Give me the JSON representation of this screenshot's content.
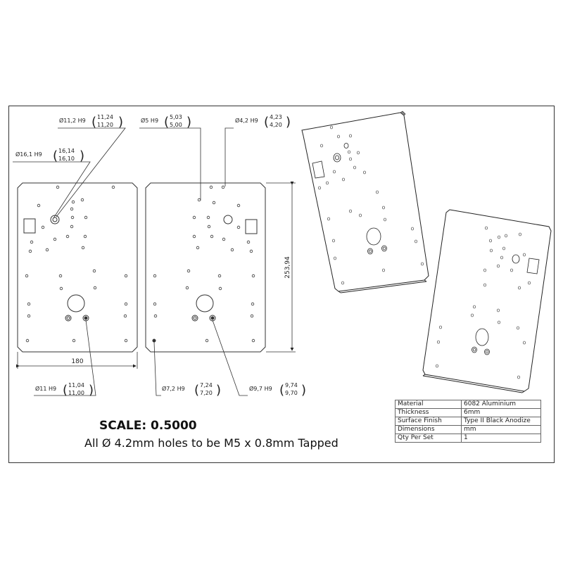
{
  "callouts": {
    "c1": {
      "label": "Ø11,2 H9",
      "upper": "11,24",
      "lower": "11,20"
    },
    "c2": {
      "label": "Ø16,1 H9",
      "upper": "16,14",
      "lower": "16,10"
    },
    "c3": {
      "label": "Ø5 H9",
      "upper": "5,03",
      "lower": "5,00"
    },
    "c4": {
      "label": "Ø4,2 H9",
      "upper": "4,23",
      "lower": "4,20"
    },
    "c5": {
      "label": "Ø11 H9",
      "upper": "11,04",
      "lower": "11,00"
    },
    "c6": {
      "label": "Ø7,2 H9",
      "upper": "7,24",
      "lower": "7,20"
    },
    "c7": {
      "label": "Ø9,7 H9",
      "upper": "9,74",
      "lower": "9,70"
    }
  },
  "dimensions": {
    "width": "180",
    "height": "253,94"
  },
  "scale_text": "SCALE: 0.5000",
  "note_text": "All Ø 4.2mm holes to be M5 x 0.8mm Tapped",
  "spec_table": [
    {
      "key": "Material",
      "value": "6082 Aluminium"
    },
    {
      "key": "Thickness",
      "value": "6mm"
    },
    {
      "key": "Surface Finish",
      "value": "Type II Black Anodize"
    },
    {
      "key": "Dimensions",
      "value": "mm"
    },
    {
      "key": "Qty Per Set",
      "value": "1"
    }
  ]
}
